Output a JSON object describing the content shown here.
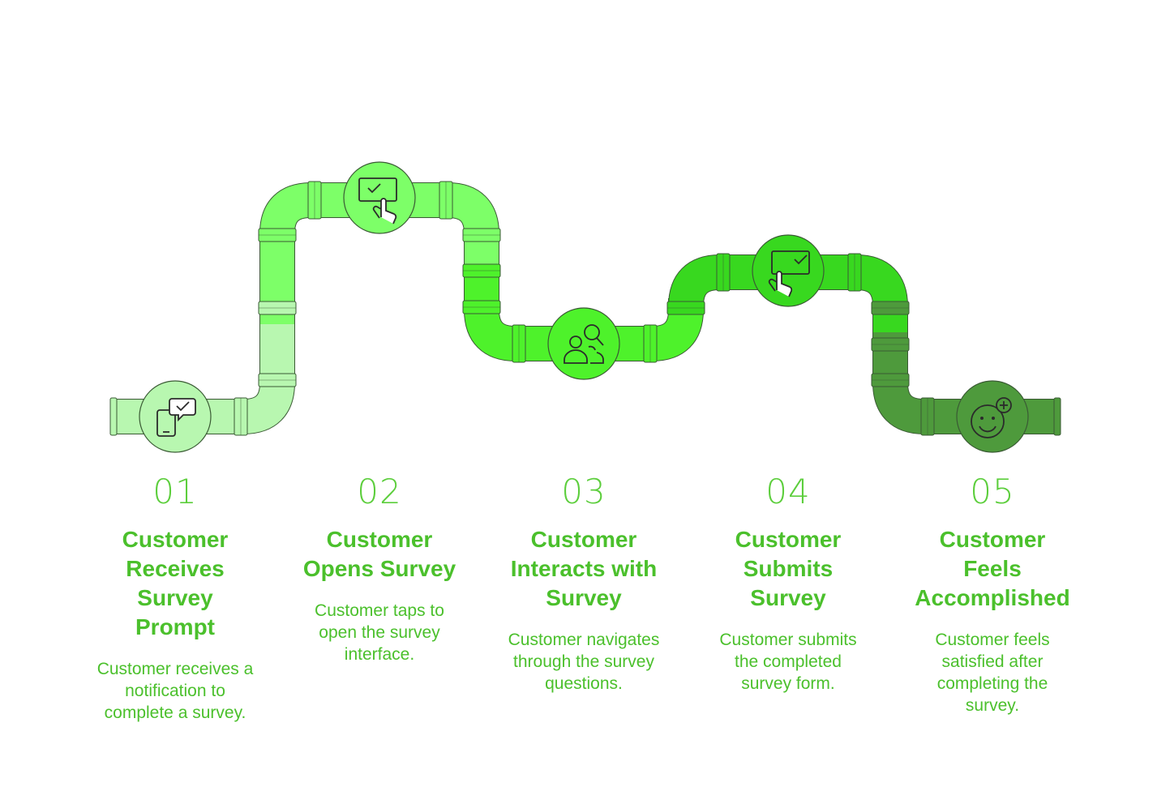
{
  "steps": [
    {
      "number": "01",
      "title_lines": [
        "Customer",
        "Receives",
        "Survey",
        "Prompt"
      ],
      "desc_lines": [
        "Customer receives a",
        "notification to",
        "complete a survey."
      ],
      "icon": "tablet-chat-check-icon",
      "color": "#b8f7b0"
    },
    {
      "number": "02",
      "title_lines": [
        "Customer",
        "Opens Survey"
      ],
      "desc_lines": [
        "Customer taps to",
        "open the survey",
        "interface."
      ],
      "icon": "screen-tap-check-icon",
      "color": "#7dff68"
    },
    {
      "number": "03",
      "title_lines": [
        "Customer",
        "Interacts with",
        "Survey"
      ],
      "desc_lines": [
        "Customer navigates",
        "through the survey",
        "questions."
      ],
      "icon": "people-search-icon",
      "color": "#4ef22b"
    },
    {
      "number": "04",
      "title_lines": [
        "Customer",
        "Submits",
        "Survey"
      ],
      "desc_lines": [
        "Customer submits",
        "the completed",
        "survey form."
      ],
      "icon": "tap-screen-check-icon",
      "color": "#38d81f"
    },
    {
      "number": "05",
      "title_lines": [
        "Customer",
        "Feels",
        "Accomplished"
      ],
      "desc_lines": [
        "Customer feels",
        "satisfied after",
        "completing the",
        "survey."
      ],
      "icon": "smiley-plus-icon",
      "color": "#4e9a3c"
    }
  ],
  "colors": {
    "text": "#4bc02c",
    "number": "#5cce3c",
    "outline": "#3a5a34"
  }
}
